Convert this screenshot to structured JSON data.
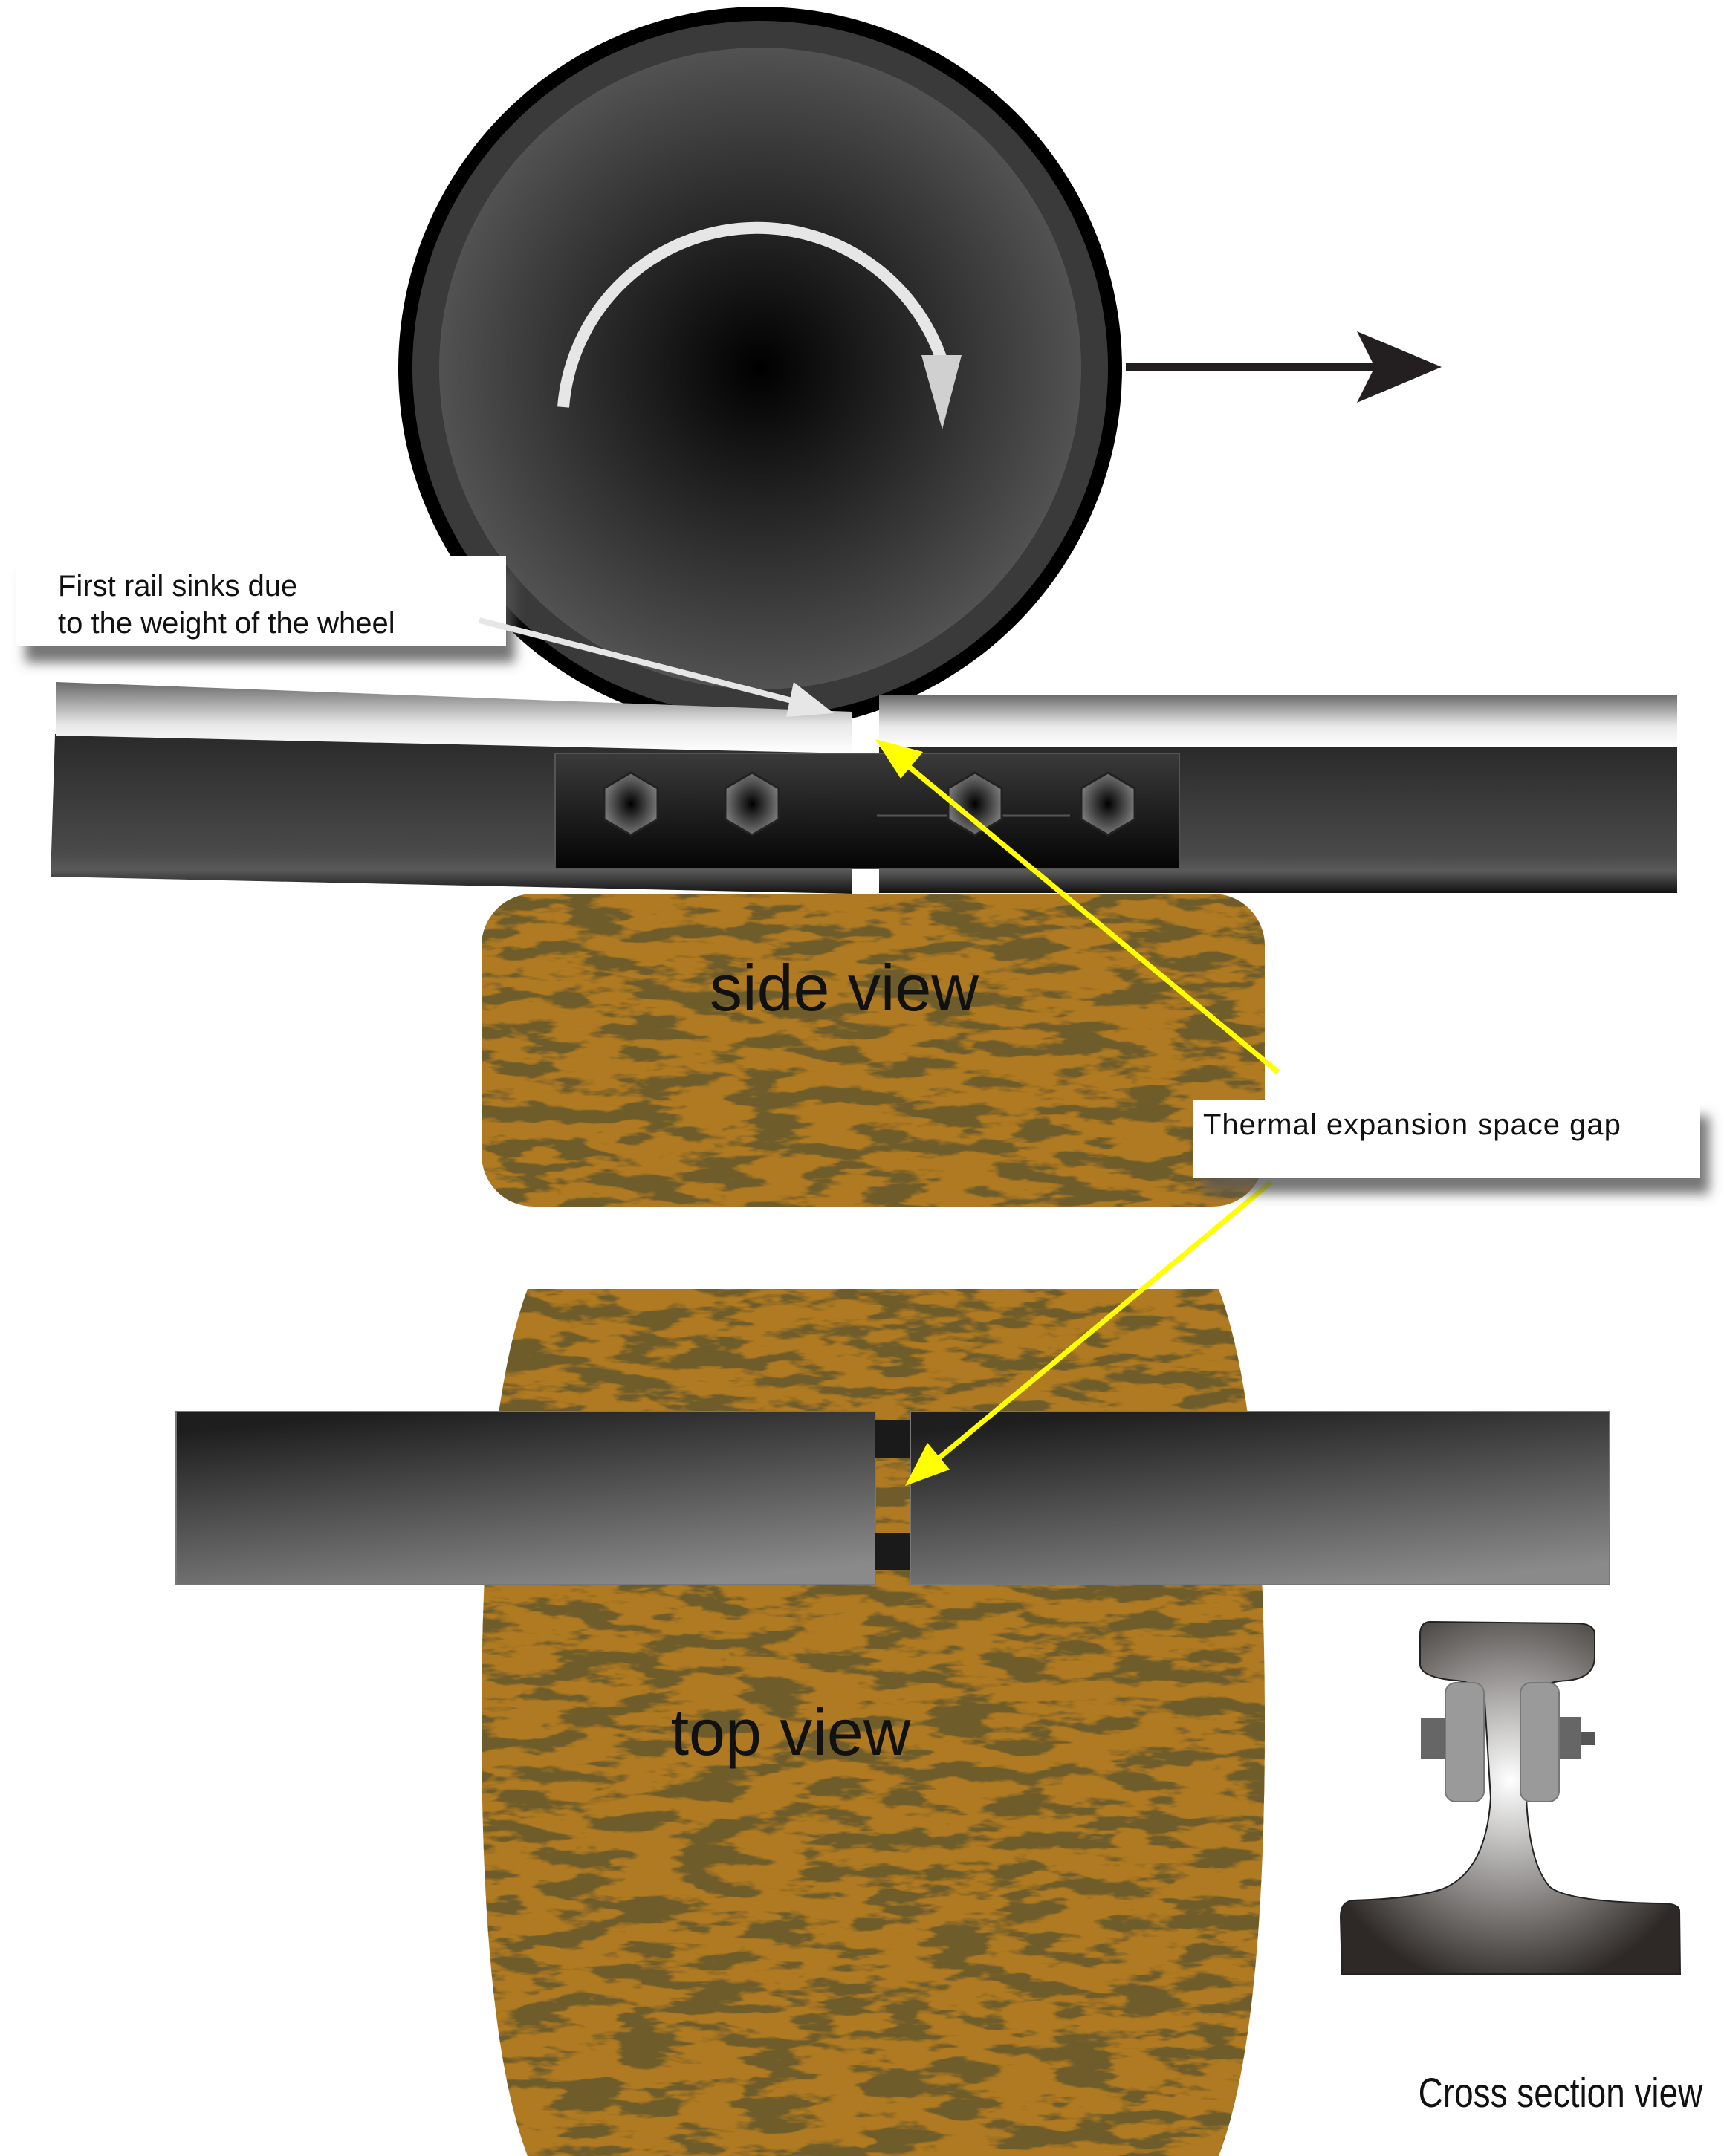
{
  "labels": {
    "rail_sink_line1": "First rail sinks due",
    "rail_sink_line2": "to the weight of the wheel",
    "thermal_gap": "Thermal expansion space gap",
    "side_view": "side view",
    "top_view": "top view",
    "cross_section": "Cross section view"
  },
  "colors": {
    "annotation_arrow": "#ffff00",
    "wood": "#b07a22",
    "wood_dark": "#6e5d2c",
    "steel_dark": "#2a2a2a"
  }
}
